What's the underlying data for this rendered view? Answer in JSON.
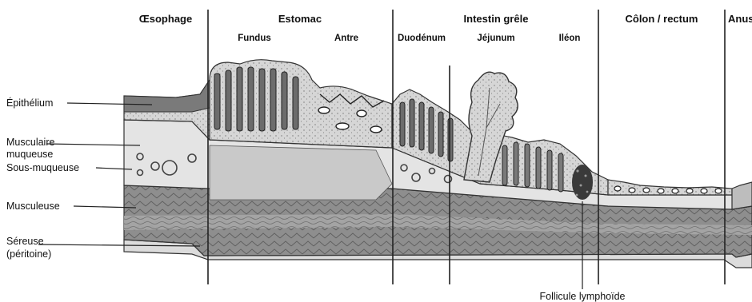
{
  "regions": [
    {
      "name": "Œsophage"
    },
    {
      "name": "Estomac",
      "subs": [
        "Fundus",
        "Antre"
      ]
    },
    {
      "name": "Intestin grêle",
      "subs": [
        "Duodénum",
        "Jéjunum",
        "Iléon"
      ]
    },
    {
      "name": "Côlon / rectum"
    },
    {
      "name": "Anus"
    }
  ],
  "layers": {
    "epithelium": "Épithélium",
    "muscularis_mucosae_1": "Musculaire",
    "muscularis_mucosae_2": "muqueuse",
    "submucosa": "Sous-muqueuse",
    "muscularis": "Musculeuse",
    "serosa_1": "Séreuse",
    "serosa_2": "(péritoine)"
  },
  "annotations": {
    "lymphoid_follicle": "Follicule lymphoïde"
  },
  "colors": {
    "outline": "#333333",
    "epithelium_dark": "#7a7a7a",
    "submucosa": "#e4e4e4",
    "muscle_dark": "#8e8e8e",
    "muscle_light": "#b4b4b4",
    "serosa": "#dcdcdc",
    "background": "#ffffff"
  }
}
